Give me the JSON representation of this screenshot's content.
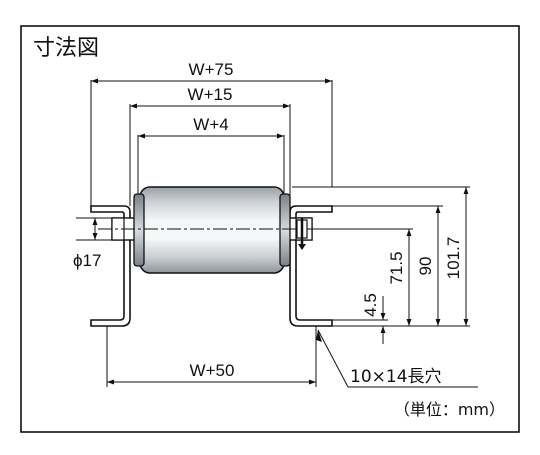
{
  "title": "寸法図",
  "dimensions": {
    "w75": "W+75",
    "w15": "W+15",
    "w4": "W+4",
    "w50": "W+50",
    "phi17": "ϕ17",
    "h4_5": "4.5",
    "h71_5": "71.5",
    "h90": "90",
    "h101_7": "101.7"
  },
  "callout": "10×14長穴",
  "unit_note": "（単位：mm）",
  "colors": {
    "line": "#111111",
    "roller_dark": "#8a8f95",
    "roller_light": "#f4f5f6"
  }
}
